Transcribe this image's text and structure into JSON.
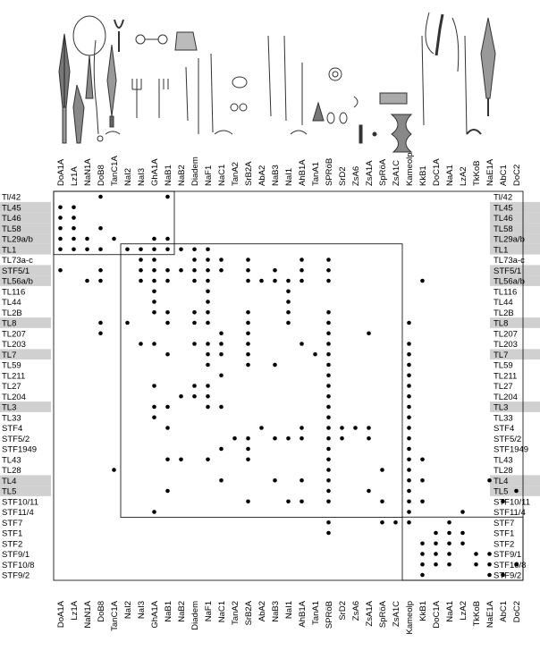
{
  "columns": [
    "DoA1A",
    "Lz1A",
    "NaN1A",
    "DoB8",
    "TanC1A",
    "NaI2",
    "NaI3",
    "GhA1A",
    "NaB1",
    "NaB2",
    "Diadem",
    "NaF1",
    "NaC1",
    "TanA2",
    "SrB2A",
    "AbA2",
    "NaB3",
    "NaI1",
    "AhB1A",
    "TanA1",
    "SPRöB",
    "SrD2",
    "ZsA6",
    "ZsA1A",
    "SpRöA",
    "ZsA1C",
    "Kameolp",
    "KkB1",
    "DoC1A",
    "NaA1",
    "LzA2",
    "TkKoB",
    "NaE1A",
    "AbC1",
    "DoC2"
  ],
  "rows": [
    {
      "label": "Tl/42",
      "shade": false,
      "dots": [
        "DoB8",
        "NaB1"
      ]
    },
    {
      "label": "TL45",
      "shade": true,
      "dots": [
        "DoA1A",
        "Lz1A"
      ]
    },
    {
      "label": "TL46",
      "shade": true,
      "dots": [
        "DoA1A",
        "Lz1A"
      ]
    },
    {
      "label": "TL58",
      "shade": true,
      "dots": [
        "DoA1A",
        "Lz1A",
        "DoB8"
      ]
    },
    {
      "label": "TL29a/b",
      "shade": true,
      "dots": [
        "DoA1A",
        "Lz1A",
        "NaN1A",
        "TanC1A",
        "GhA1A",
        "NaB1"
      ]
    },
    {
      "label": "TL1",
      "shade": true,
      "dots": [
        "DoA1A",
        "Lz1A",
        "NaN1A",
        "DoB8",
        "NaI2",
        "NaI3",
        "GhA1A",
        "NaB1",
        "NaB2",
        "Diadem",
        "NaF1"
      ]
    },
    {
      "label": "TL73a-c",
      "shade": false,
      "dots": [
        "NaI3",
        "GhA1A",
        "Diadem",
        "NaF1",
        "NaC1",
        "SrB2A",
        "AhB1A",
        "SPRöB"
      ]
    },
    {
      "label": "STF5/1",
      "shade": true,
      "dots": [
        "DoA1A",
        "DoB8",
        "NaI3",
        "GhA1A",
        "NaB1",
        "NaB2",
        "Diadem",
        "NaF1",
        "NaC1",
        "SrB2A",
        "NaB3",
        "AhB1A",
        "SPRöB"
      ]
    },
    {
      "label": "TL56a/b",
      "shade": true,
      "dots": [
        "NaN1A",
        "DoB8",
        "NaI3",
        "GhA1A",
        "NaB1",
        "Diadem",
        "NaF1",
        "SrB2A",
        "AbA2",
        "NaB3",
        "NaI1",
        "AhB1A",
        "SPRöB",
        "KkB1"
      ]
    },
    {
      "label": "TL116",
      "shade": false,
      "dots": [
        "GhA1A",
        "NaF1",
        "NaI1"
      ]
    },
    {
      "label": "TL44",
      "shade": false,
      "dots": [
        "GhA1A",
        "NaF1",
        "NaI1"
      ]
    },
    {
      "label": "TL2B",
      "shade": false,
      "dots": [
        "GhA1A",
        "NaB1",
        "Diadem",
        "NaF1",
        "SrB2A",
        "NaI1",
        "SPRöB"
      ]
    },
    {
      "label": "TL8",
      "shade": true,
      "dots": [
        "DoB8",
        "NaI2",
        "NaB1",
        "Diadem",
        "NaF1",
        "SrB2A",
        "NaI1",
        "SPRöB",
        "Kameolp"
      ]
    },
    {
      "label": "TL207",
      "shade": false,
      "dots": [
        "DoB8",
        "NaC1",
        "SrB2A",
        "SPRöB",
        "ZsA1A"
      ]
    },
    {
      "label": "TL203",
      "shade": false,
      "dots": [
        "NaI3",
        "GhA1A",
        "Diadem",
        "NaF1",
        "NaC1",
        "SrB2A",
        "AhB1A",
        "SPRöB",
        "Kameolp"
      ]
    },
    {
      "label": "TL7",
      "shade": true,
      "dots": [
        "NaB1",
        "NaF1",
        "NaC1",
        "SrB2A",
        "TanA1",
        "SPRöB",
        "Kameolp"
      ]
    },
    {
      "label": "TL59",
      "shade": false,
      "dots": [
        "NaF1",
        "SrB2A",
        "NaB3",
        "SPRöB",
        "Kameolp"
      ]
    },
    {
      "label": "TL211",
      "shade": false,
      "dots": [
        "NaC1",
        "SPRöB",
        "Kameolp"
      ]
    },
    {
      "label": "TL27",
      "shade": false,
      "dots": [
        "GhA1A",
        "Diadem",
        "NaF1",
        "SPRöB",
        "Kameolp"
      ]
    },
    {
      "label": "TL204",
      "shade": false,
      "dots": [
        "NaB2",
        "Diadem",
        "NaF1",
        "SPRöB",
        "Kameolp"
      ]
    },
    {
      "label": "TL3",
      "shade": true,
      "dots": [
        "GhA1A",
        "NaB1",
        "NaF1",
        "NaC1",
        "SPRöB",
        "Kameolp"
      ]
    },
    {
      "label": "TL33",
      "shade": false,
      "dots": [
        "GhA1A",
        "SPRöB",
        "Kameolp"
      ]
    },
    {
      "label": "STF4",
      "shade": false,
      "dots": [
        "NaB1",
        "AbA2",
        "AhB1A",
        "SPRöB",
        "SrD2",
        "ZsA6",
        "ZsA1A",
        "Kameolp"
      ]
    },
    {
      "label": "STF5/2",
      "shade": false,
      "dots": [
        "TanA2",
        "SrB2A",
        "NaB3",
        "NaI1",
        "AhB1A",
        "SPRöB",
        "SrD2",
        "ZsA1A",
        "Kameolp"
      ]
    },
    {
      "label": "STF1949",
      "shade": false,
      "dots": [
        "NaC1",
        "SrB2A",
        "SPRöB",
        "Kameolp"
      ]
    },
    {
      "label": "TL43",
      "shade": false,
      "dots": [
        "NaB1",
        "NaB2",
        "NaF1",
        "SrB2A",
        "SPRöB",
        "Kameolp",
        "KkB1"
      ]
    },
    {
      "label": "TL28",
      "shade": false,
      "dots": [
        "TanC1A",
        "SPRöB",
        "SpRöA",
        "Kameolp"
      ]
    },
    {
      "label": "TL4",
      "shade": true,
      "dots": [
        "NaC1",
        "NaB3",
        "AhB1A",
        "SPRöB",
        "Kameolp",
        "KkB1",
        "NaE1A"
      ]
    },
    {
      "label": "TL5",
      "shade": true,
      "dots": [
        "NaB1",
        "SPRöB",
        "ZsA1A",
        "Kameolp",
        "DoC2"
      ]
    },
    {
      "label": "STF10/11",
      "shade": false,
      "dots": [
        "SrB2A",
        "NaI1",
        "AhB1A",
        "SPRöB",
        "SpRöA",
        "Kameolp",
        "KkB1",
        "AbC1"
      ]
    },
    {
      "label": "STF11/4",
      "shade": false,
      "dots": [
        "GhA1A",
        "Kameolp",
        "LzA2"
      ]
    },
    {
      "label": "STF7",
      "shade": false,
      "dots": [
        "SPRöB",
        "SpRöA",
        "ZsA1C",
        "Kameolp",
        "NaA1"
      ]
    },
    {
      "label": "STF1",
      "shade": false,
      "dots": [
        "SPRöB",
        "DoC1A",
        "NaA1",
        "LzA2"
      ]
    },
    {
      "label": "STF2",
      "shade": false,
      "dots": [
        "KkB1",
        "DoC1A",
        "NaA1",
        "LzA2"
      ]
    },
    {
      "label": "STF9/1",
      "shade": false,
      "dots": [
        "KkB1",
        "DoC1A",
        "NaA1",
        "TkKoB",
        "NaE1A"
      ]
    },
    {
      "label": "STF10/8",
      "shade": false,
      "dots": [
        "KkB1",
        "DoC1A",
        "NaA1",
        "TkKoB",
        "NaE1A",
        "DoC2"
      ]
    },
    {
      "label": "STF9/2",
      "shade": false,
      "dots": [
        "KkB1",
        "NaE1A",
        "AbC1"
      ]
    }
  ]
}
